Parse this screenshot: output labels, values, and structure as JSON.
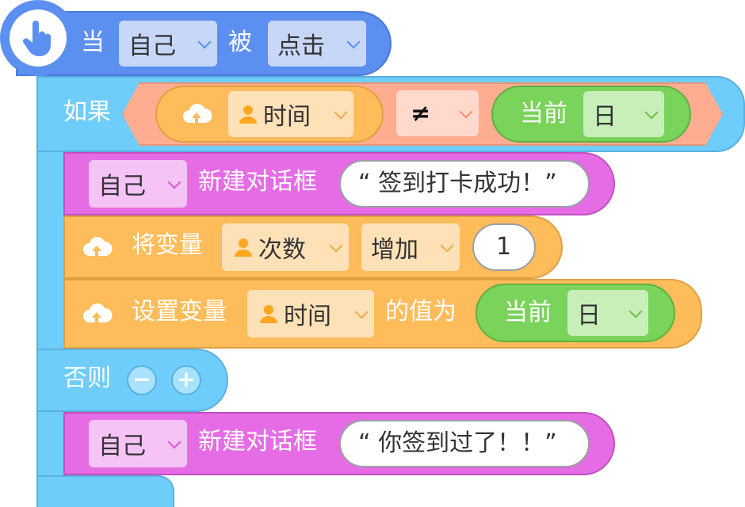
{
  "event": {
    "label_when": "当",
    "target": "自己",
    "label_by": "被",
    "action": "点击"
  },
  "if_block": {
    "label_if": "如果",
    "left": {
      "var_name": "时间"
    },
    "operator": "≠",
    "right": {
      "label": "当前",
      "unit": "日"
    },
    "then": [
      {
        "type": "dialog",
        "target": "自己",
        "label": "新建对话框",
        "text": "“ 签到打卡成功！”"
      },
      {
        "type": "var_change",
        "label": "将变量",
        "var_name": "次数",
        "op": "增加",
        "value": "1"
      },
      {
        "type": "var_set",
        "label": "设置变量",
        "var_name": "时间",
        "label_to": "的值为",
        "value_label": "当前",
        "value_unit": "日"
      }
    ],
    "label_else": "否则",
    "else_minus": "−",
    "else_plus": "+",
    "else": [
      {
        "type": "dialog",
        "target": "自己",
        "label": "新建对话框",
        "text": "“ 你签到过了！！”"
      }
    ]
  },
  "colors": {
    "event": "#5b8ff0",
    "control": "#6fcdfc",
    "operator": "#ffad91",
    "variable": "#ffbc5a",
    "sensing": "#7ad35a",
    "looks": "#e66ce6"
  },
  "icons": [
    "hand-pointer-icon",
    "cloud-upload-icon",
    "user-icon",
    "chevron-down-icon"
  ]
}
